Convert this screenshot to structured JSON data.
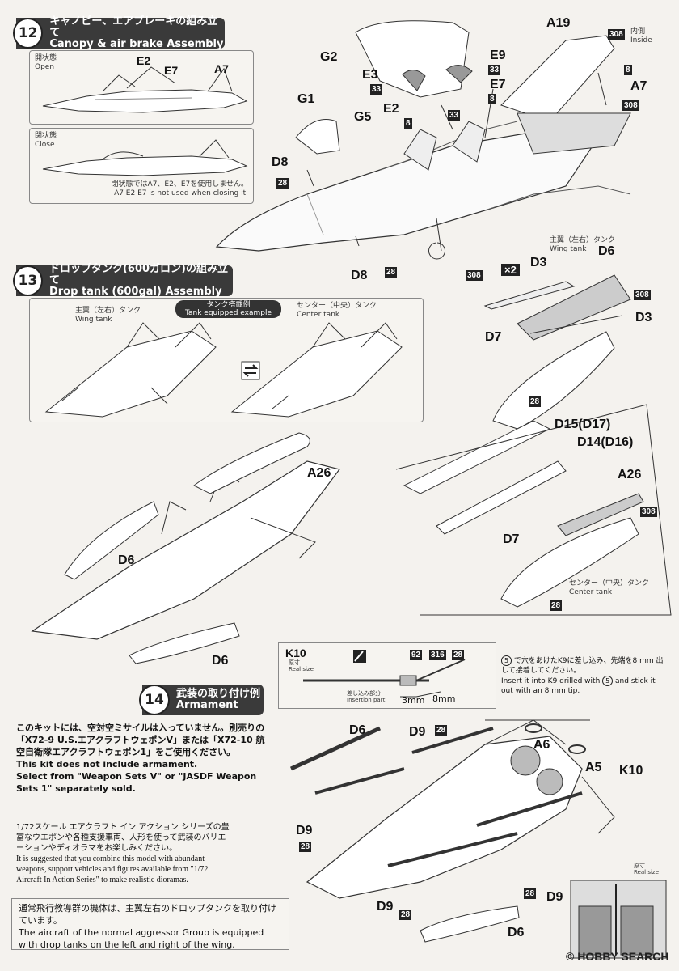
{
  "step12": {
    "number": "12",
    "title_jp": "キャノピー、エアブレーキの組み立て",
    "title_en": "Canopy & air brake Assembly",
    "open_jp": "開状態",
    "open_en": "Open",
    "close_jp": "閉状態",
    "close_en": "Close",
    "close_note_jp": "閉状態ではA7、E2、E7を使用しません。",
    "close_note_en": "A7 E2 E7 is not used when closing it.",
    "inside_jp": "内側",
    "inside_en": "Inside",
    "labels": {
      "e2_small": "E2",
      "e7_small": "E7",
      "a7_small": "A7",
      "g2": "G2",
      "a19": "A19",
      "e9": "E9",
      "e3": "E3",
      "e7": "E7",
      "a7": "A7",
      "g1": "G1",
      "g5": "G5",
      "e2": "E2",
      "d8_top": "D8",
      "d8_bottom": "D8"
    },
    "badges": {
      "b308_inside": "308",
      "b8_a": "8",
      "b308_a7": "308",
      "b33_e9": "33",
      "b33_e3": "33",
      "b8_e7": "8",
      "b8_e2": "8",
      "b33_e2": "33",
      "b28_d8": "28",
      "b28_d8b": "28"
    }
  },
  "step13": {
    "number": "13",
    "title_jp": "ドロップタンク(600ガロン)の組み立て",
    "title_en": "Drop tank (600gal) Assembly",
    "example_jp": "タンク搭載例",
    "example_en": "Tank equipped example",
    "wing_tank_jp": "主翼（左右）タンク",
    "wing_tank_en": "Wing tank",
    "center_tank_jp": "センター（中央）タンク",
    "center_tank_en": "Center tank",
    "wing_tank_jp2": "主翼（左右）タンク",
    "wing_tank_en2": "Wing tank",
    "center_tank_jp2": "センター（中央）タンク",
    "center_tank_en2": "Center tank",
    "labels": {
      "d3_a": "D3",
      "d6": "D6",
      "d3_b": "D3",
      "d7_a": "D7",
      "d15": "D15(D17)",
      "d14": "D14(D16)",
      "a26_b": "A26",
      "d7_b": "D7",
      "a26_main": "A26",
      "d6_main_l": "D6",
      "d6_main_b": "D6"
    },
    "badges": {
      "b308_a": "308",
      "x2": "×2",
      "b308_b": "308",
      "b28_a": "28",
      "b308_c": "308",
      "b28_b": "28"
    }
  },
  "step14": {
    "number": "14",
    "title_jp": "武装の取り付け例",
    "title_en": "Armament",
    "k10_title": "K10",
    "real_size_jp": "原寸",
    "real_size_en": "Real size",
    "insert_jp": "差し込み部分",
    "insert_en": "Insertion part",
    "dim_3mm": "3mm",
    "dim_8mm": "8mm",
    "k10_badges": [
      "92",
      "316",
      "28"
    ],
    "k9_note_jp": "で穴をあけたK9に差し込み、先端を8 mm 出して接着してください。",
    "k9_note_en1": "Insert it into K9 drilled with",
    "k9_note_en2": "and stick it out with an 8 mm tip.",
    "k9_circle": "5",
    "note_jp": "このキットには、空対空ミサイルは入っていません。別売りの「X72-9 U.S.エアクラフトウェポンV」または「X72-10 航空自衛隊エアクラフトウェポン1」をご使用ください。",
    "note_en1": "This kit does not include armament.",
    "note_en2": "Select from \"Weapon Sets V\" or \"JASDF Weapon Sets 1\" separately sold.",
    "diorama_jp": "1/72スケール エアクラフト イン アクション シリーズの豊富なウエポンや各種支援車両、人形を使って武装のバリエーションやディオラマをお楽しみください。",
    "diorama_en": "It is suggested that you combine this model with abundant weapons, support vehicles and figures available from \"1/72 Aircraft In Action Series\" to make realistic dioramas.",
    "aggressor_jp": "通常飛行教導群の機体は、主翼左右のドロップタンクを取り付けています。",
    "aggressor_en": "The aircraft of the normal aggressor Group  is equipped with drop tanks on the left and right of the wing.",
    "real_size_small_jp": "原寸",
    "real_size_small_en": "Real size",
    "labels": {
      "d6_top": "D6",
      "d9_top": "D9",
      "a6": "A6",
      "a5": "A5",
      "k10": "K10",
      "d9_left": "D9",
      "d9_right": "D9",
      "d9_bottom": "D9",
      "d6_bottom": "D6"
    },
    "badges": {
      "b28_d9top": "28",
      "b28_d9left": "28",
      "b28_mid": "28",
      "b28_bottom": "28"
    }
  },
  "watermark": "© HOBBY SEARCH"
}
